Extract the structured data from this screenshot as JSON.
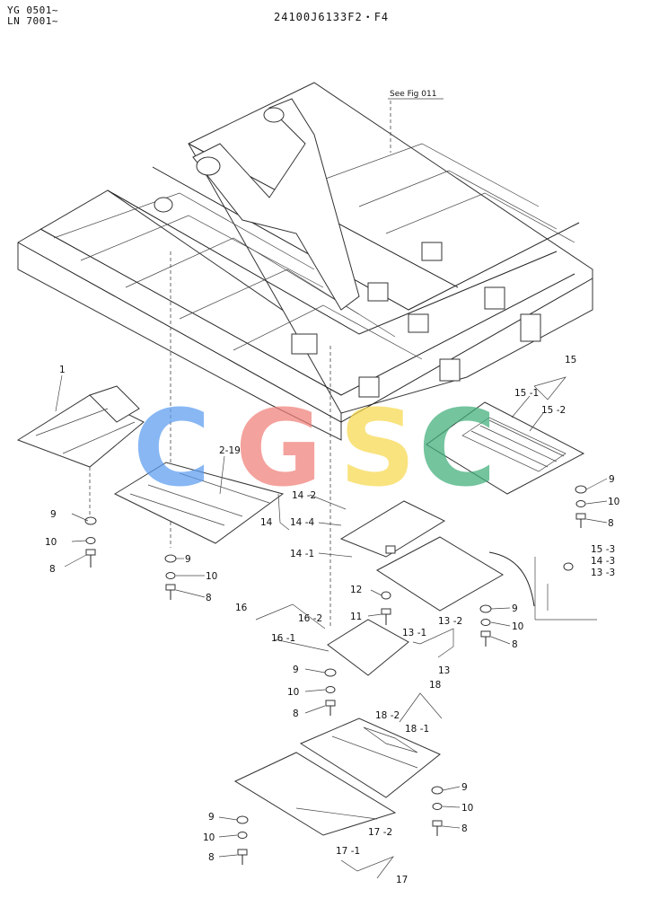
{
  "header": {
    "serial_1": "YG 0501~",
    "serial_2": "LN 7001~",
    "part_code": "24100J6133F2・F4"
  },
  "reference": "See Fig 011",
  "watermark": {
    "letters": [
      "C",
      "G",
      "S",
      "C"
    ],
    "colors": [
      "#5b9cf0",
      "#f07f78",
      "#f8d94e",
      "#3fae7a"
    ]
  },
  "labels": {
    "l1": "1",
    "l2_19": "2-19",
    "l15": "15",
    "l15_1": "15 -1",
    "l15_2": "15 -2",
    "l14": "14",
    "l14_2": "14 -2",
    "l14_4": "14 -4",
    "l14_1": "14 -1",
    "l15_3": "15 -3",
    "l14_3": "14 -3",
    "l13_3": "13 -3",
    "l12": "12",
    "l11": "11",
    "l13_1": "13 -1",
    "l13_2": "13 -2",
    "l13": "13",
    "l16": "16",
    "l16_2": "16 -2",
    "l16_1": "16 -1",
    "l18": "18",
    "l18_2": "18 -2",
    "l18_1": "18 -1",
    "l17_2": "17 -2",
    "l17_1": "17 -1",
    "l17": "17",
    "n9": "9",
    "n10": "10",
    "n8": "8"
  }
}
